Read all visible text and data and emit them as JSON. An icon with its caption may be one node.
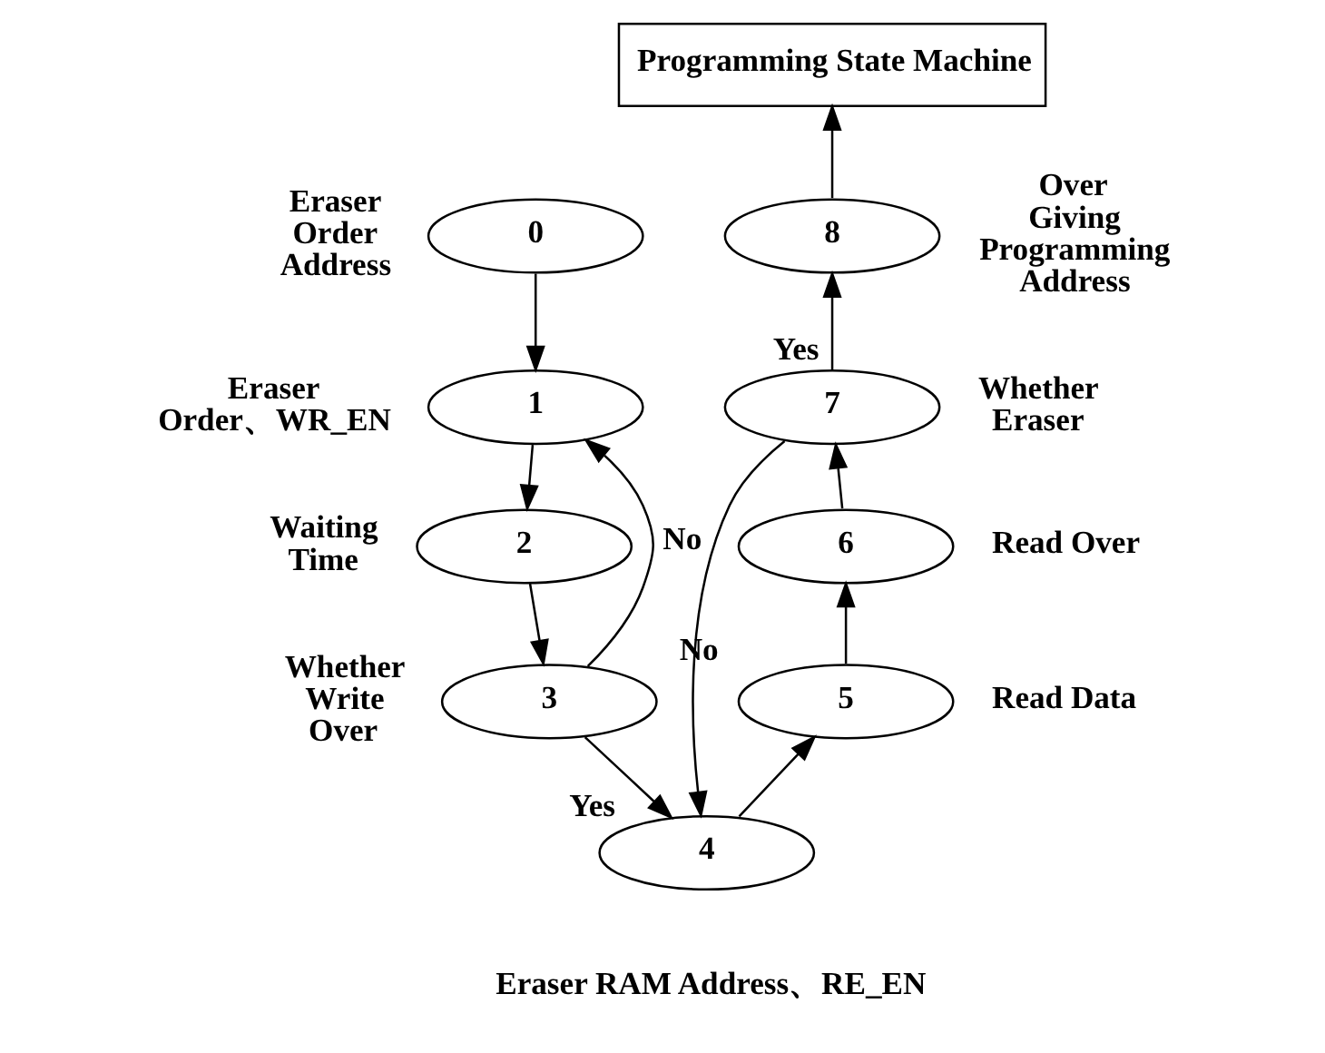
{
  "diagram": {
    "nodes": [
      {
        "text": [
          "Programming State Machine"
        ]
      },
      {
        "text": [
          "0"
        ],
        "beside": [
          "Eraser Order Address"
        ]
      },
      {
        "text": [
          "1"
        ],
        "beside": [
          "Eraser Order、WR_EN"
        ]
      },
      {
        "text": [
          "2"
        ],
        "beside": [
          "Waiting Time"
        ]
      },
      {
        "text": [
          "3"
        ],
        "beside": [
          "Whether Write Over"
        ]
      },
      {
        "text": [
          "4"
        ],
        "beside": [
          "Eraser RAM Address、RE_EN"
        ]
      },
      {
        "text": [
          "5"
        ],
        "beside": [
          "Read Data"
        ]
      },
      {
        "text": [
          "6"
        ],
        "beside": [
          "Read Over"
        ]
      },
      {
        "text": [
          "7"
        ],
        "beside": [
          "Whether Eraser"
        ]
      },
      {
        "text": [
          "8"
        ],
        "beside": [
          "Over Giving Programming Address"
        ]
      }
    ],
    "edges": [
      {
        "from": 1,
        "to": 2,
        "arrow": "to"
      },
      {
        "from": 2,
        "to": 3,
        "arrow": "to"
      },
      {
        "from": 3,
        "to": 4,
        "arrow": "to"
      },
      {
        "from": 4,
        "to": 2,
        "arrow": "to",
        "label": "No"
      },
      {
        "from": 4,
        "to": 5,
        "arrow": "to",
        "label": "Yes"
      },
      {
        "from": 5,
        "to": 6,
        "arrow": "to"
      },
      {
        "from": 6,
        "to": 7,
        "arrow": "to"
      },
      {
        "from": 7,
        "to": 8,
        "arrow": "to"
      },
      {
        "from": 8,
        "to": 5,
        "arrow": "to",
        "label": "No"
      },
      {
        "from": 8,
        "to": 9,
        "arrow": "to",
        "label": "Yes"
      },
      {
        "from": 9,
        "to": 0,
        "arrow": "to"
      }
    ]
  }
}
